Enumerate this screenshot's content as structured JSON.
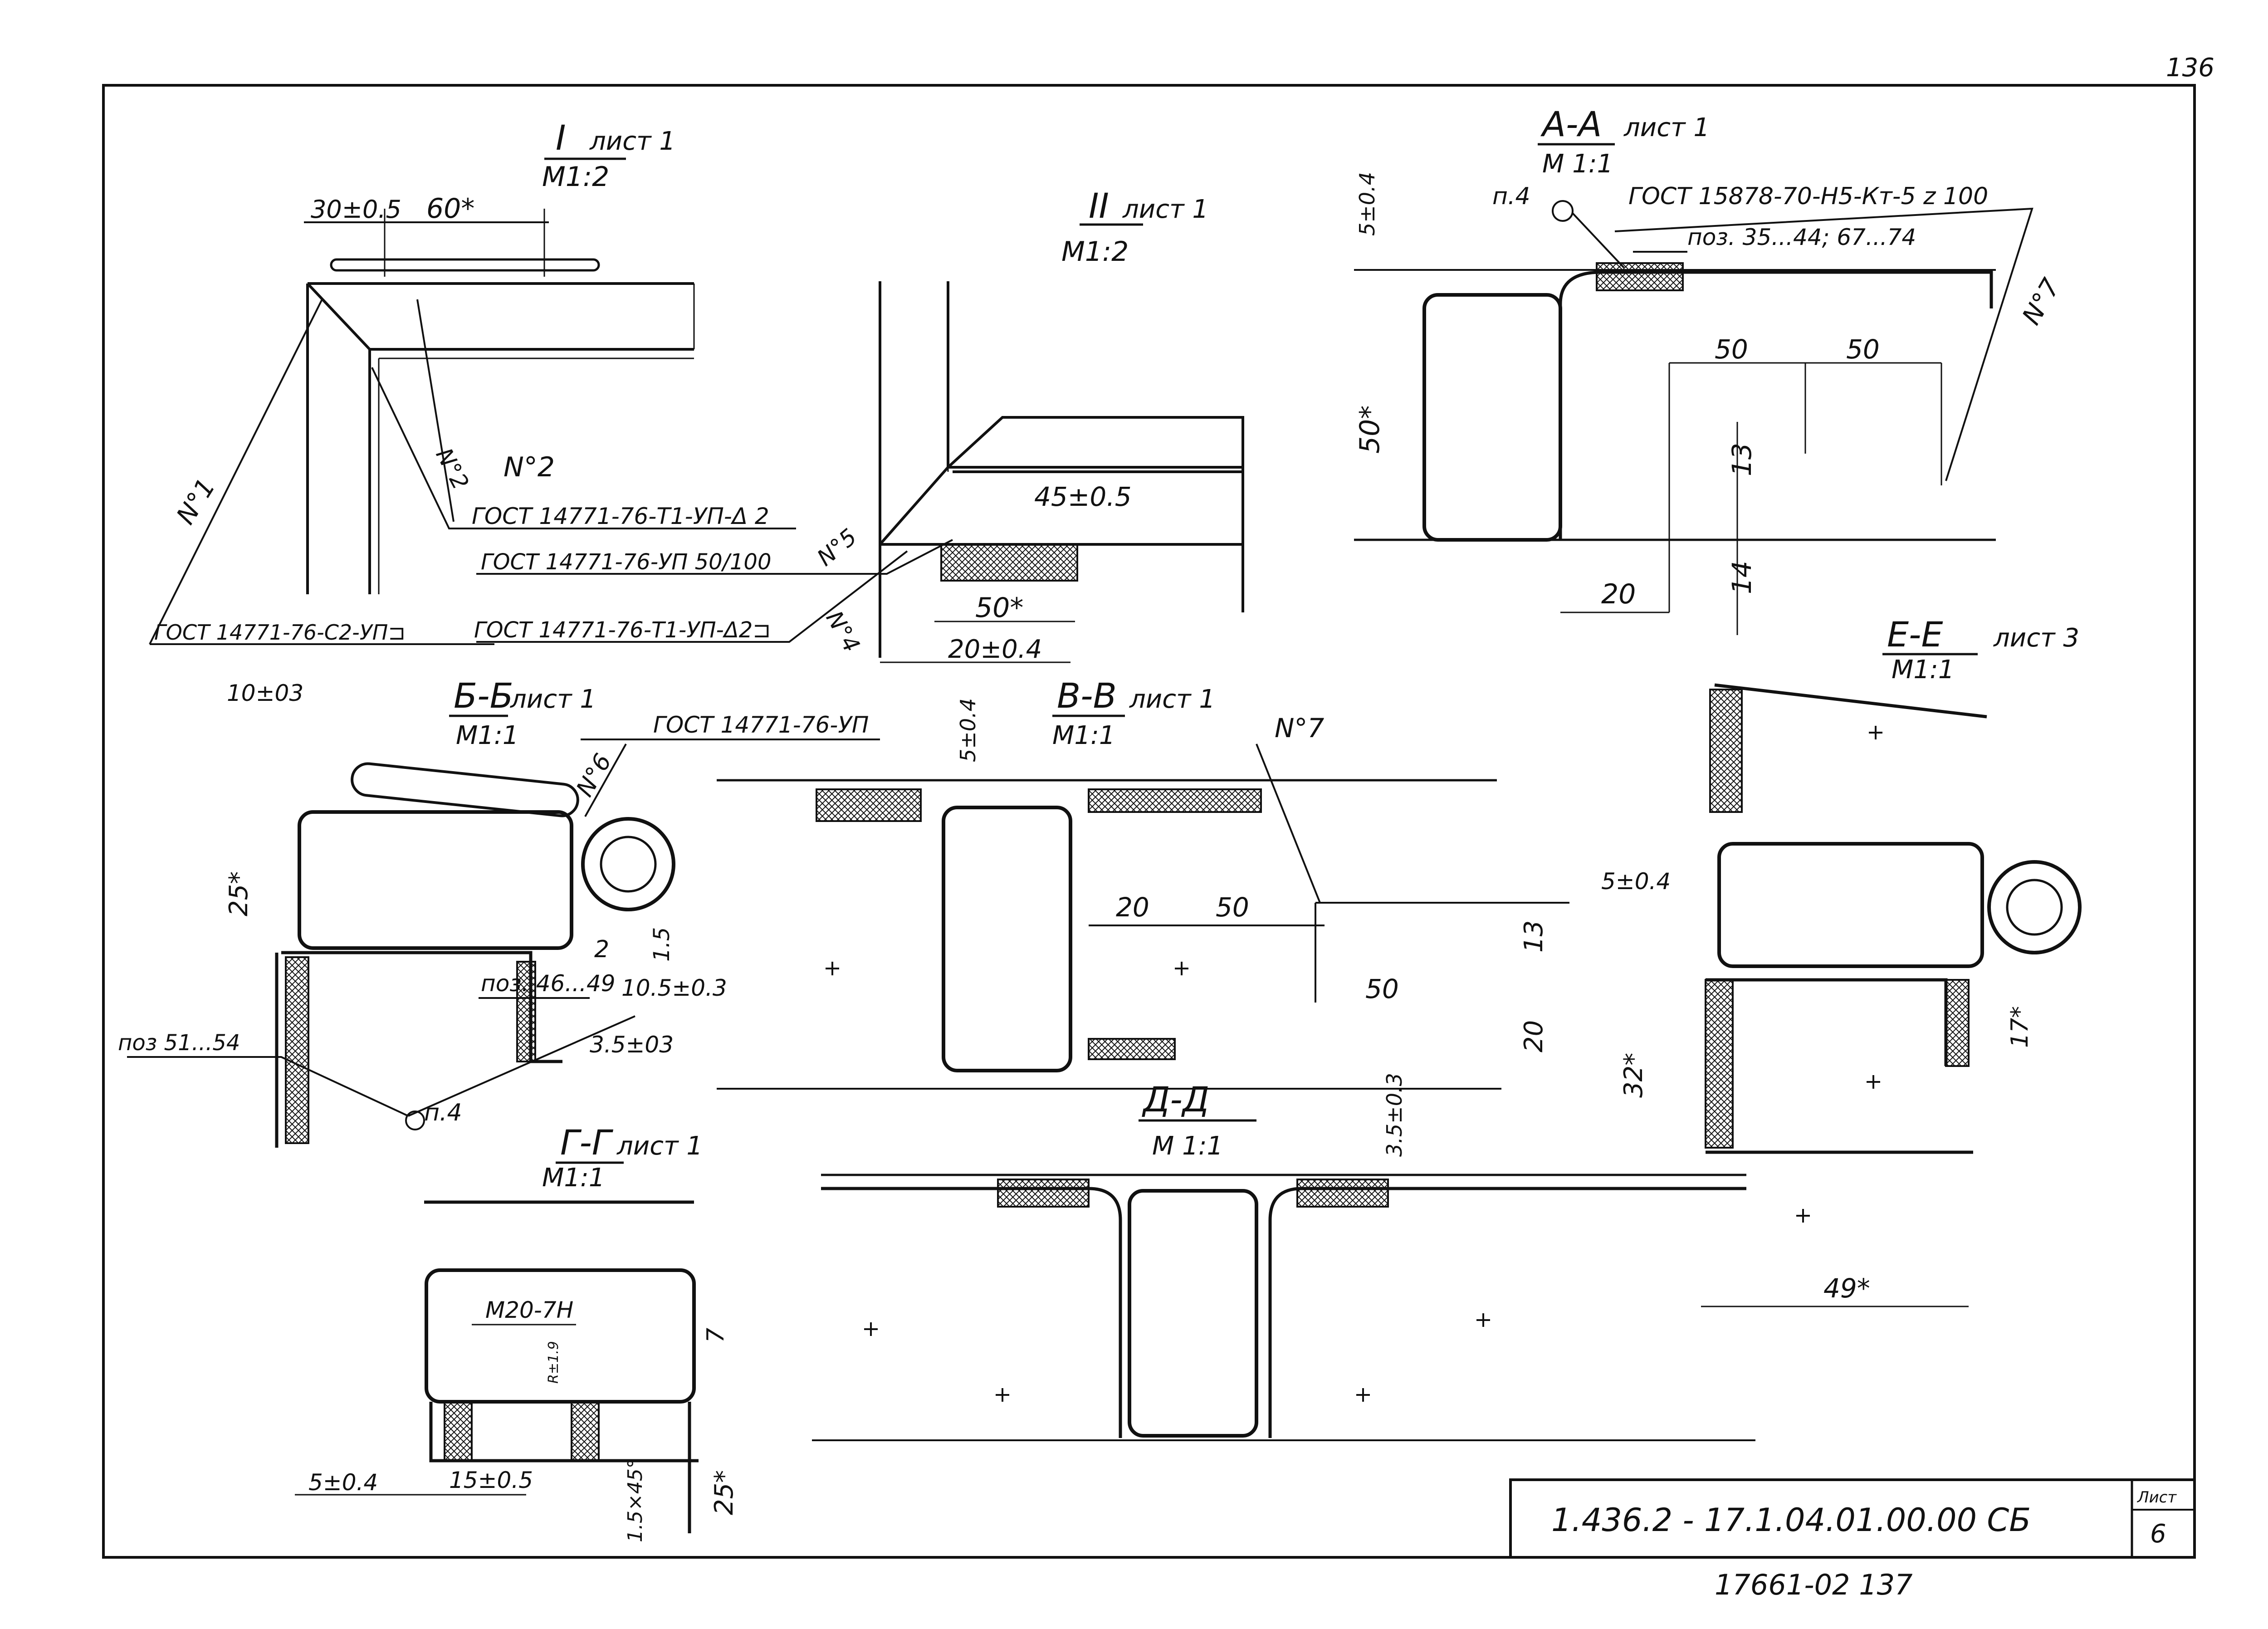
{
  "page_number_top": "136",
  "title_block": {
    "designation": "1.436.2 - 17.1.04.01.00.00 СБ",
    "sheet_label": "Лист",
    "sheet_number": "6"
  },
  "bottom_stamp": "17661-02   137",
  "views": {
    "I": {
      "title": "I",
      "sheet_ref": "лист 1",
      "scale": "М1:2",
      "dims": [
        "30±0.5",
        "60*"
      ],
      "labels": [
        "N°1",
        "N°2",
        "N°2"
      ],
      "notes": [
        "ГОСТ 14771-76-Т1-УП-Δ 2",
        "ГОСТ 14771-76-С2-УП⊐"
      ]
    },
    "II": {
      "title": "II",
      "sheet_ref": "лист 1",
      "scale": "М1:2",
      "dims": [
        "45±0.5",
        "50*",
        "20±0.4"
      ],
      "labels": [
        "N°5",
        "N°4"
      ],
      "notes": [
        "ГОСТ 14771-76-УП 50/100",
        "ГОСТ 14771-76-Т1-УП-Δ2⊐"
      ]
    },
    "AA": {
      "title": "А-А",
      "sheet_ref": "лист 1",
      "scale": "М 1:1",
      "dims": [
        "5±0.4",
        "50*",
        "50",
        "50",
        "13",
        "20",
        "14"
      ],
      "labels": [
        "п.4",
        "N°7"
      ],
      "notes": [
        "ГОСТ 15878-70-Н5-Кт-5 z 100",
        "поз. 35...44; 67...74"
      ]
    },
    "BB": {
      "title": "Б-Б",
      "sheet_ref": "лист 1",
      "scale": "М1:1",
      "dims": [
        "10±03",
        "25*",
        "2",
        "1.5",
        "10.5±0.3",
        "3.5±03"
      ],
      "labels": [
        "N°6",
        "п.4"
      ],
      "notes": [
        "ГОСТ 14771-76-УП",
        "поз. 46...49",
        "поз 51...54"
      ]
    },
    "VV": {
      "title": "В-В",
      "sheet_ref": "лист 1",
      "scale": "М1:1",
      "dims": [
        "5±0.4",
        "20",
        "50",
        "50",
        "13",
        "20",
        "3.5±0.3"
      ],
      "labels": [
        "N°7"
      ]
    },
    "EE": {
      "title": "Е-Е",
      "sheet_ref": "лист 3",
      "scale": "М1:1",
      "dims": [
        "5±0.4",
        "17*",
        "32*",
        "49*"
      ]
    },
    "GG": {
      "title": "Г-Г",
      "sheet_ref": "лист 1",
      "scale": "М1:1",
      "dims": [
        "М20-7Н",
        "R±1.9",
        "7",
        "5±0.4",
        "15±0.5",
        "1.5×45°",
        "25*"
      ]
    },
    "DD": {
      "title": "Д-Д",
      "scale": "М 1:1"
    }
  }
}
